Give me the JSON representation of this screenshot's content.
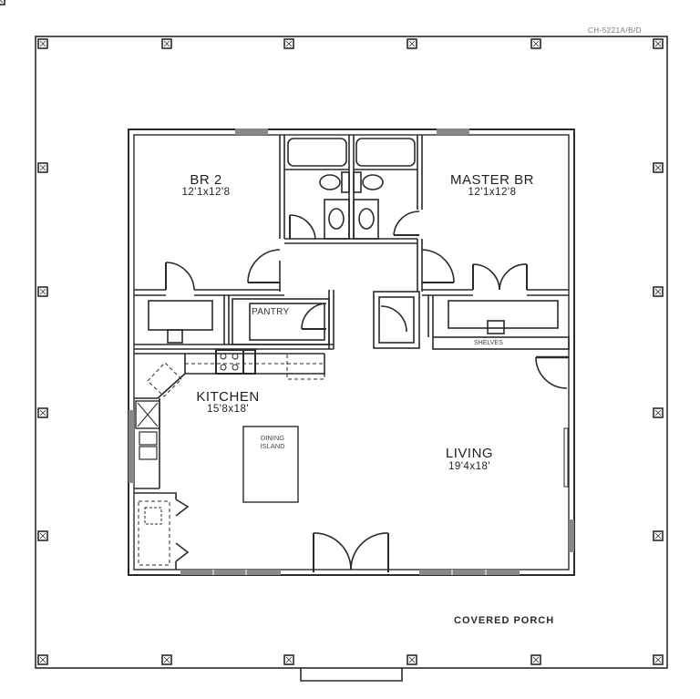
{
  "plan": {
    "code": "CH-5221A/B/D",
    "rooms": [
      {
        "id": "br2",
        "name": "BR 2",
        "dimensions": "12'1x12'8"
      },
      {
        "id": "master",
        "name": "MASTER BR",
        "dimensions": "12'1x12'8"
      },
      {
        "id": "kitchen",
        "name": "KITCHEN",
        "dimensions": "15'8x18'"
      },
      {
        "id": "living",
        "name": "LIVING",
        "dimensions": "19'4x18'"
      },
      {
        "id": "pantry",
        "name": "PANTRY"
      },
      {
        "id": "porch",
        "name": "COVERED PORCH"
      }
    ],
    "fixtures": {
      "shelves": "SHELVES",
      "island_line1": "DINING",
      "island_line2": "ISLAND"
    },
    "colors": {
      "line": "#2a2a2a",
      "window": "#777777",
      "background": "#ffffff"
    }
  }
}
